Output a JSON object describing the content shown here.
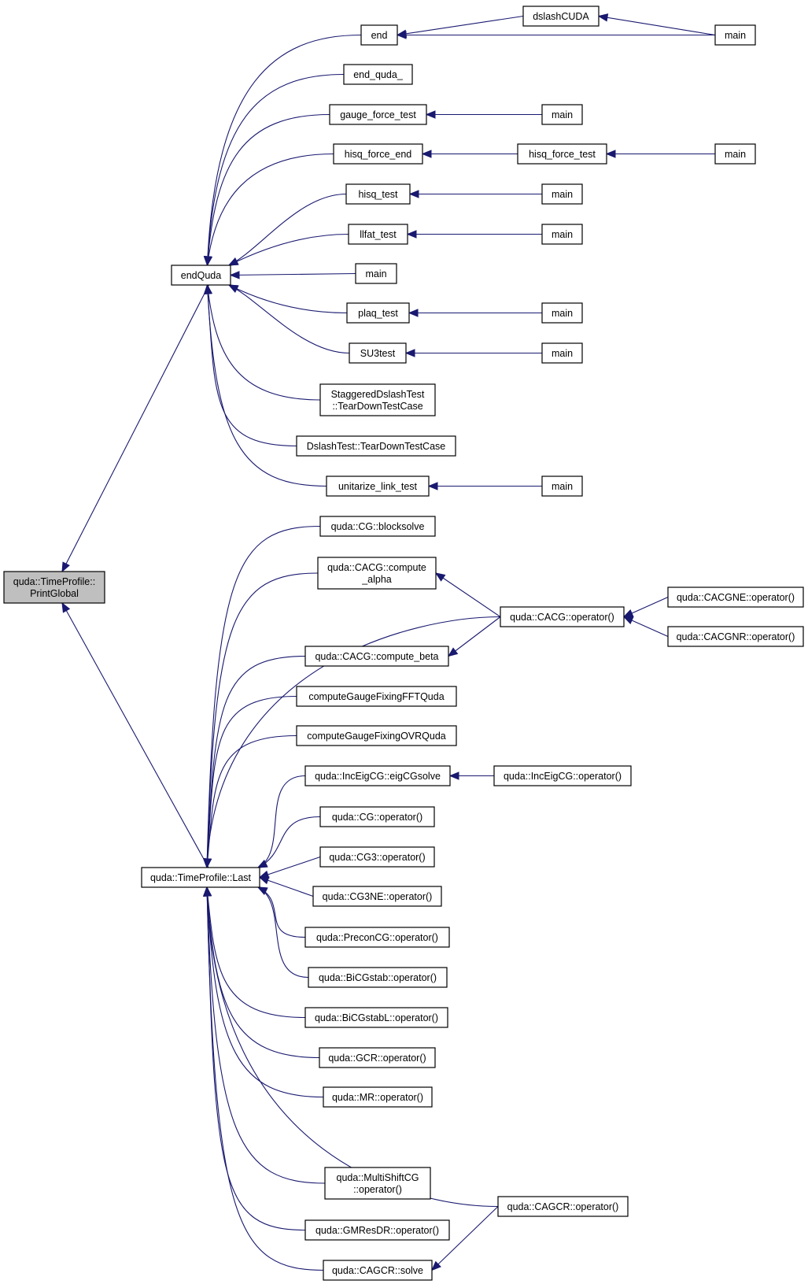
{
  "diagram": {
    "nodes": [
      {
        "id": "root",
        "lines": [
          "quda::TimeProfile::",
          "PrintGlobal"
        ]
      },
      {
        "id": "endQuda",
        "lines": [
          "endQuda"
        ]
      },
      {
        "id": "last",
        "lines": [
          "quda::TimeProfile::Last"
        ]
      },
      {
        "id": "end",
        "lines": [
          "end"
        ]
      },
      {
        "id": "dslashCUDA",
        "lines": [
          "dslashCUDA"
        ]
      },
      {
        "id": "main_a",
        "lines": [
          "main"
        ]
      },
      {
        "id": "end_quda_",
        "lines": [
          "end_quda_"
        ]
      },
      {
        "id": "gauge_force_test",
        "lines": [
          "gauge_force_test"
        ]
      },
      {
        "id": "main_b",
        "lines": [
          "main"
        ]
      },
      {
        "id": "hisq_force_end",
        "lines": [
          "hisq_force_end"
        ]
      },
      {
        "id": "hisq_force_test",
        "lines": [
          "hisq_force_test"
        ]
      },
      {
        "id": "main_c",
        "lines": [
          "main"
        ]
      },
      {
        "id": "hisq_test",
        "lines": [
          "hisq_test"
        ]
      },
      {
        "id": "main_d",
        "lines": [
          "main"
        ]
      },
      {
        "id": "llfat_test",
        "lines": [
          "llfat_test"
        ]
      },
      {
        "id": "main_e",
        "lines": [
          "main"
        ]
      },
      {
        "id": "main_f",
        "lines": [
          "main"
        ]
      },
      {
        "id": "plaq_test",
        "lines": [
          "plaq_test"
        ]
      },
      {
        "id": "main_g",
        "lines": [
          "main"
        ]
      },
      {
        "id": "su3test",
        "lines": [
          "SU3test"
        ]
      },
      {
        "id": "main_h",
        "lines": [
          "main"
        ]
      },
      {
        "id": "staggered",
        "lines": [
          "StaggeredDslashTest",
          "::TearDownTestCase"
        ]
      },
      {
        "id": "dslashtest",
        "lines": [
          "DslashTest::TearDownTestCase"
        ]
      },
      {
        "id": "unitarize",
        "lines": [
          "unitarize_link_test"
        ]
      },
      {
        "id": "main_i",
        "lines": [
          "main"
        ]
      },
      {
        "id": "cg_block",
        "lines": [
          "quda::CG::blocksolve"
        ]
      },
      {
        "id": "cacg_alpha",
        "lines": [
          "quda::CACG::compute",
          "_alpha"
        ]
      },
      {
        "id": "cacg_op",
        "lines": [
          "quda::CACG::operator()"
        ]
      },
      {
        "id": "cacgne_op",
        "lines": [
          "quda::CACGNE::operator()"
        ]
      },
      {
        "id": "cacgnr_op",
        "lines": [
          "quda::CACGNR::operator()"
        ]
      },
      {
        "id": "cacg_beta",
        "lines": [
          "quda::CACG::compute_beta"
        ]
      },
      {
        "id": "gf_fft",
        "lines": [
          "computeGaugeFixingFFTQuda"
        ]
      },
      {
        "id": "gf_ovr",
        "lines": [
          "computeGaugeFixingOVRQuda"
        ]
      },
      {
        "id": "inceig_solve",
        "lines": [
          "quda::IncEigCG::eigCGsolve"
        ]
      },
      {
        "id": "inceig_op",
        "lines": [
          "quda::IncEigCG::operator()"
        ]
      },
      {
        "id": "cg_op",
        "lines": [
          "quda::CG::operator()"
        ]
      },
      {
        "id": "cg3_op",
        "lines": [
          "quda::CG3::operator()"
        ]
      },
      {
        "id": "cg3ne_op",
        "lines": [
          "quda::CG3NE::operator()"
        ]
      },
      {
        "id": "precon_op",
        "lines": [
          "quda::PreconCG::operator()"
        ]
      },
      {
        "id": "bicg_op",
        "lines": [
          "quda::BiCGstab::operator()"
        ]
      },
      {
        "id": "bicgl_op",
        "lines": [
          "quda::BiCGstabL::operator()"
        ]
      },
      {
        "id": "gcr_op",
        "lines": [
          "quda::GCR::operator()"
        ]
      },
      {
        "id": "mr_op",
        "lines": [
          "quda::MR::operator()"
        ]
      },
      {
        "id": "multishift",
        "lines": [
          "quda::MultiShiftCG",
          "::operator()"
        ]
      },
      {
        "id": "cagcr_op",
        "lines": [
          "quda::CAGCR::operator()"
        ]
      },
      {
        "id": "gmres_op",
        "lines": [
          "quda::GMResDR::operator()"
        ]
      },
      {
        "id": "cagcr_solve",
        "lines": [
          "quda::CAGCR::solve"
        ]
      }
    ],
    "edges": [
      {
        "from": "endQuda",
        "to": "root"
      },
      {
        "from": "last",
        "to": "root"
      },
      {
        "from": "end",
        "to": "endQuda"
      },
      {
        "from": "end_quda_",
        "to": "endQuda"
      },
      {
        "from": "gauge_force_test",
        "to": "endQuda"
      },
      {
        "from": "hisq_force_end",
        "to": "endQuda"
      },
      {
        "from": "hisq_test",
        "to": "endQuda"
      },
      {
        "from": "llfat_test",
        "to": "endQuda"
      },
      {
        "from": "main_f",
        "to": "endQuda"
      },
      {
        "from": "plaq_test",
        "to": "endQuda"
      },
      {
        "from": "su3test",
        "to": "endQuda"
      },
      {
        "from": "staggered",
        "to": "endQuda"
      },
      {
        "from": "dslashtest",
        "to": "endQuda"
      },
      {
        "from": "unitarize",
        "to": "endQuda"
      },
      {
        "from": "dslashCUDA",
        "to": "end"
      },
      {
        "from": "main_a",
        "to": "end"
      },
      {
        "from": "main_a",
        "to": "dslashCUDA"
      },
      {
        "from": "main_b",
        "to": "gauge_force_test"
      },
      {
        "from": "hisq_force_test",
        "to": "hisq_force_end"
      },
      {
        "from": "main_c",
        "to": "hisq_force_test"
      },
      {
        "from": "main_d",
        "to": "hisq_test"
      },
      {
        "from": "main_e",
        "to": "llfat_test"
      },
      {
        "from": "main_g",
        "to": "plaq_test"
      },
      {
        "from": "main_h",
        "to": "su3test"
      },
      {
        "from": "main_i",
        "to": "unitarize"
      },
      {
        "from": "cg_block",
        "to": "last"
      },
      {
        "from": "cacg_alpha",
        "to": "last"
      },
      {
        "from": "cacg_op",
        "to": "last"
      },
      {
        "from": "cacg_beta",
        "to": "last"
      },
      {
        "from": "gf_fft",
        "to": "last"
      },
      {
        "from": "gf_ovr",
        "to": "last"
      },
      {
        "from": "inceig_solve",
        "to": "last"
      },
      {
        "from": "cg_op",
        "to": "last"
      },
      {
        "from": "cg3_op",
        "to": "last"
      },
      {
        "from": "cg3ne_op",
        "to": "last"
      },
      {
        "from": "precon_op",
        "to": "last"
      },
      {
        "from": "bicg_op",
        "to": "last"
      },
      {
        "from": "bicgl_op",
        "to": "last"
      },
      {
        "from": "gcr_op",
        "to": "last"
      },
      {
        "from": "mr_op",
        "to": "last"
      },
      {
        "from": "cagcr_op",
        "to": "last"
      },
      {
        "from": "multishift",
        "to": "last"
      },
      {
        "from": "gmres_op",
        "to": "last"
      },
      {
        "from": "cagcr_solve",
        "to": "last"
      },
      {
        "from": "cacg_op",
        "to": "cacg_alpha"
      },
      {
        "from": "cacg_op",
        "to": "cacg_beta"
      },
      {
        "from": "cacgne_op",
        "to": "cacg_op"
      },
      {
        "from": "cacgnr_op",
        "to": "cacg_op"
      },
      {
        "from": "inceig_op",
        "to": "inceig_solve"
      },
      {
        "from": "cagcr_op",
        "to": "cagcr_solve"
      }
    ]
  }
}
